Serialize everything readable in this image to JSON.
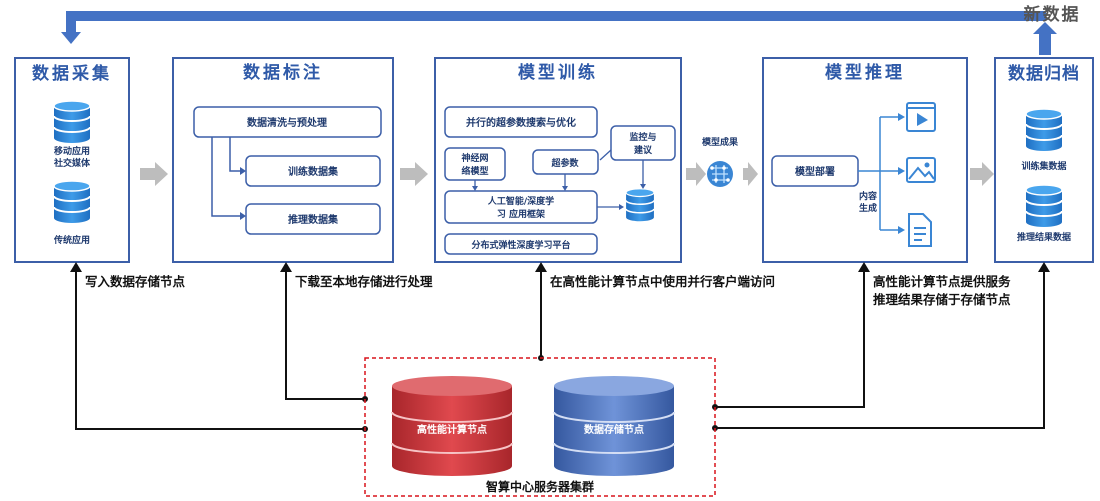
{
  "top_label": "新数据",
  "panels": {
    "collect": {
      "title": "数据采集",
      "db1_label_1": "移动应用",
      "db1_label_2": "社交媒体",
      "db2_label": "传统应用"
    },
    "label": {
      "title": "数据标注",
      "clean": "数据清洗与预处理",
      "train_set": "训练数据集",
      "infer_set": "推理数据集"
    },
    "train": {
      "title": "模型训练",
      "hyper_search": "并行的超参数搜索与优化",
      "nn_1": "神经网",
      "nn_2": "络模型",
      "hyperparam": "超参数",
      "monitor_1": "监控与",
      "monitor_2": "建议",
      "framework_1": "人工智能/深度学",
      "framework_2": "习 应用框架",
      "platform": "分布式弹性深度学习平台"
    },
    "model_output": "模型成果",
    "infer": {
      "title": "模型推理",
      "deploy": "模型部署",
      "gen_1": "内容",
      "gen_2": "生成"
    },
    "archive": {
      "title": "数据归档",
      "train_data": "训练集数据",
      "infer_data": "推理结果数据"
    }
  },
  "annotations": {
    "write": "写入数据存储节点",
    "download": "下载至本地存储进行处理",
    "parallel": "在高性能计算节点中使用并行客户端访问",
    "provide_1": "高性能计算节点提供服务",
    "provide_2": "推理结果存储于存储节点"
  },
  "cluster": {
    "hpc": "高性能计算节点",
    "storage": "数据存储节点",
    "name": "智算中心服务器集群"
  },
  "colors": {
    "panel_border": "#3c5fa8",
    "title_blue": "#2f5aa8",
    "db_blue": "#2f86d6",
    "hpc_red": "#c9343a",
    "storage_blue": "#4a72c4",
    "dashed_red": "#d9141c",
    "top_arrow": "#4472c4"
  }
}
